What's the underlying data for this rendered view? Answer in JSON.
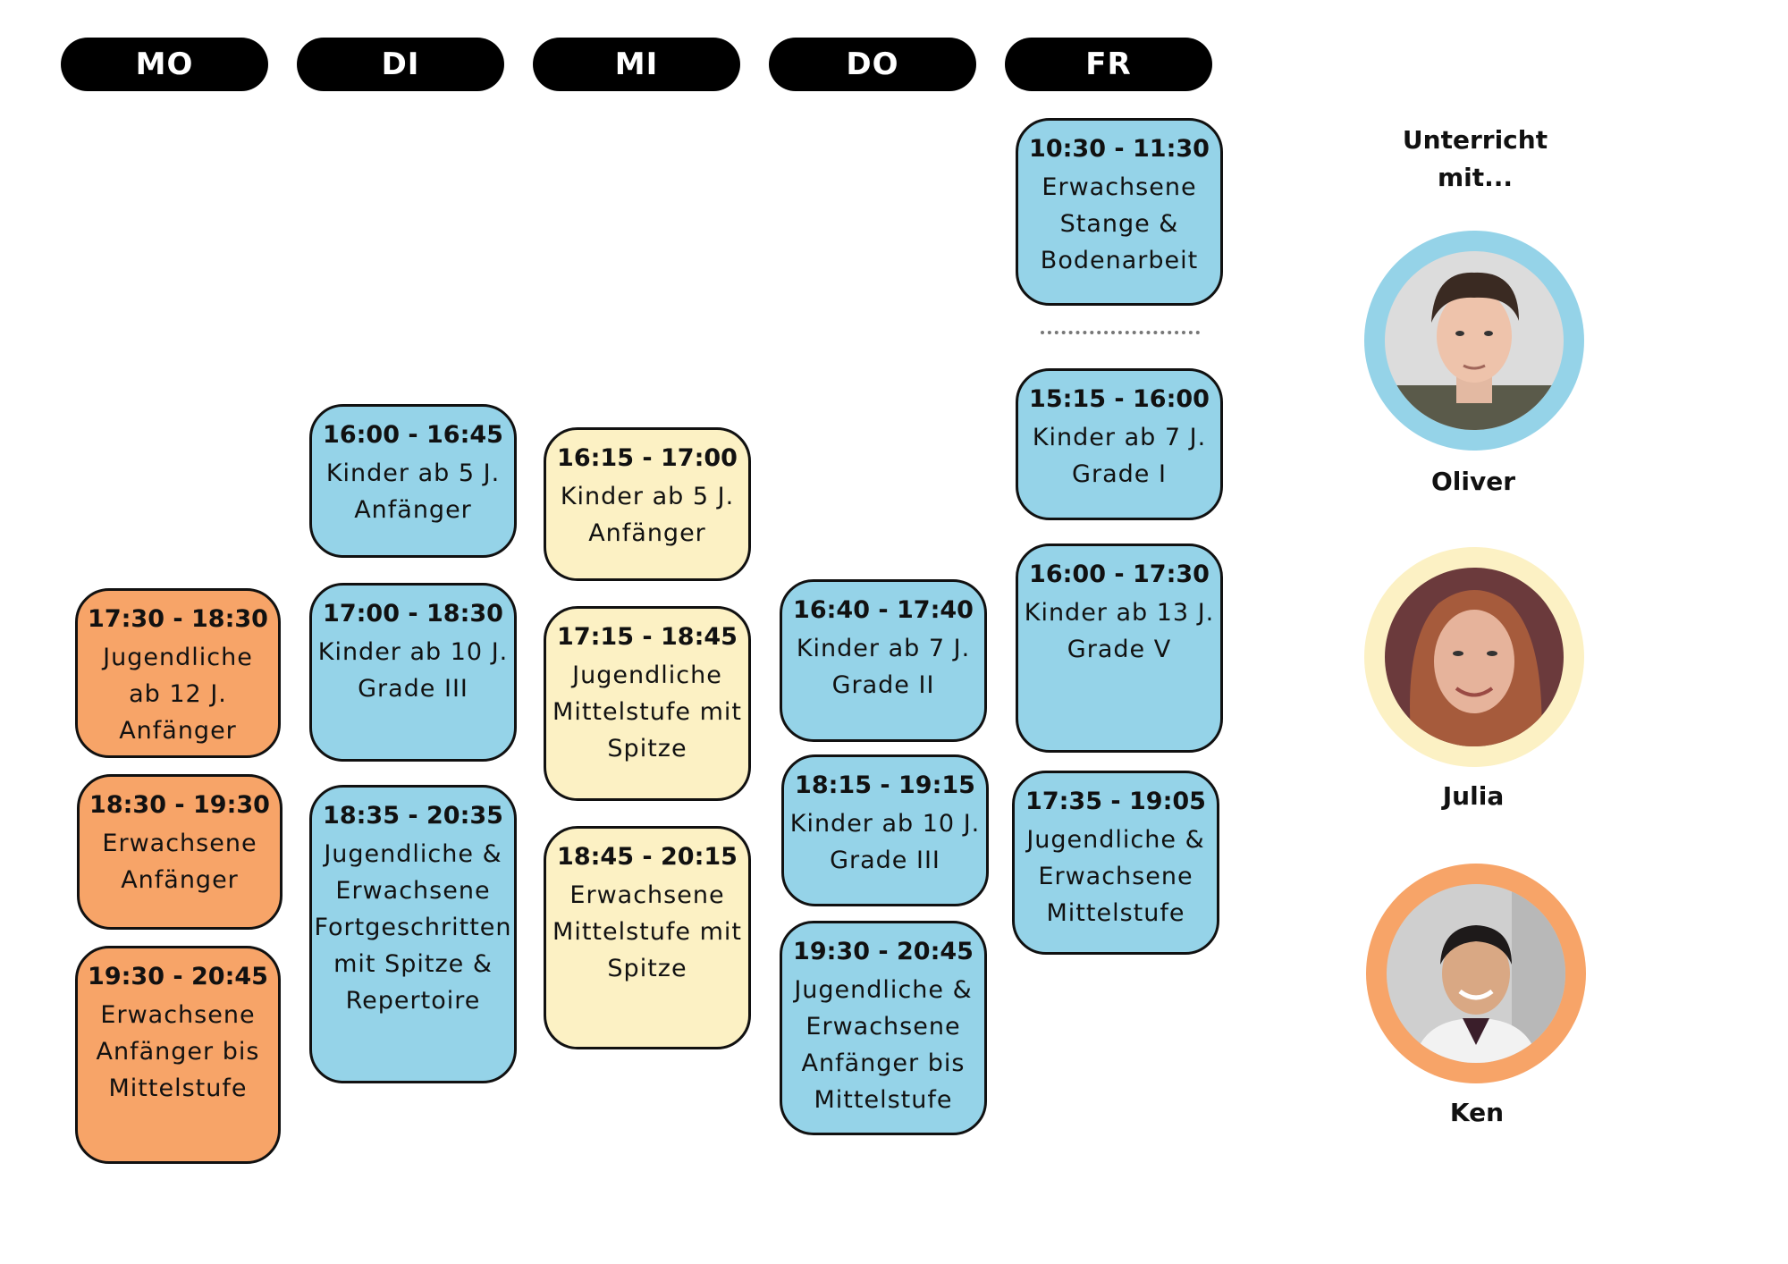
{
  "days": [
    "MO",
    "DI",
    "MI",
    "DO",
    "FR"
  ],
  "colors": {
    "blue": "#95d3e8",
    "yellow": "#fcf1c4",
    "orange": "#f7a468",
    "pill": "#000000"
  },
  "classes": {
    "mo": [
      {
        "time": "17:30 - 18:30",
        "desc": "Jugendliche\nab 12 J.\nAnfänger"
      },
      {
        "time": "18:30 - 19:30",
        "desc": "Erwachsene\nAnfänger"
      },
      {
        "time": "19:30 - 20:45",
        "desc": "Erwachsene\nAnfänger bis\nMittelstufe"
      }
    ],
    "di": [
      {
        "time": "16:00 - 16:45",
        "desc": "Kinder ab 5 J.\nAnfänger"
      },
      {
        "time": "17:00 - 18:30",
        "desc": "Kinder ab 10 J.\nGrade III"
      },
      {
        "time": "18:35 - 20:35",
        "desc": "Jugendliche &\nErwachsene\nFortgeschritten\nmit Spitze &\nRepertoire"
      }
    ],
    "mi": [
      {
        "time": "16:15 - 17:00",
        "desc": "Kinder ab 5 J.\nAnfänger"
      },
      {
        "time": "17:15 - 18:45",
        "desc": "Jugendliche\nMittelstufe mit\nSpitze"
      },
      {
        "time": "18:45 - 20:15",
        "desc": "Erwachsene\nMittelstufe mit\nSpitze"
      }
    ],
    "do": [
      {
        "time": "16:40 - 17:40",
        "desc": "Kinder ab 7 J.\nGrade II"
      },
      {
        "time": "18:15 - 19:15",
        "desc": "Kinder ab 10 J.\nGrade III"
      },
      {
        "time": "19:30 - 20:45",
        "desc": "Jugendliche &\nErwachsene\nAnfänger bis\nMittelstufe"
      }
    ],
    "fr": [
      {
        "time": "10:30 - 11:30",
        "desc": "Erwachsene\nStange &\nBodenarbeit"
      },
      {
        "time": "15:15 - 16:00",
        "desc": "Kinder ab 7 J.\nGrade I"
      },
      {
        "time": "16:00 - 17:30",
        "desc": "Kinder ab 13 J.\nGrade V"
      },
      {
        "time": "17:35 - 19:05",
        "desc": "Jugendliche &\nErwachsene\nMittelstufe"
      }
    ]
  },
  "sidebar": {
    "title": "Unterricht\nmit...",
    "teachers": [
      {
        "name": "Oliver",
        "ring_color": "#95d3e8",
        "icon": "person-photo-icon"
      },
      {
        "name": "Julia",
        "ring_color": "#fcf1c4",
        "icon": "person-photo-icon"
      },
      {
        "name": "Ken",
        "ring_color": "#f7a468",
        "icon": "person-photo-icon"
      }
    ]
  }
}
